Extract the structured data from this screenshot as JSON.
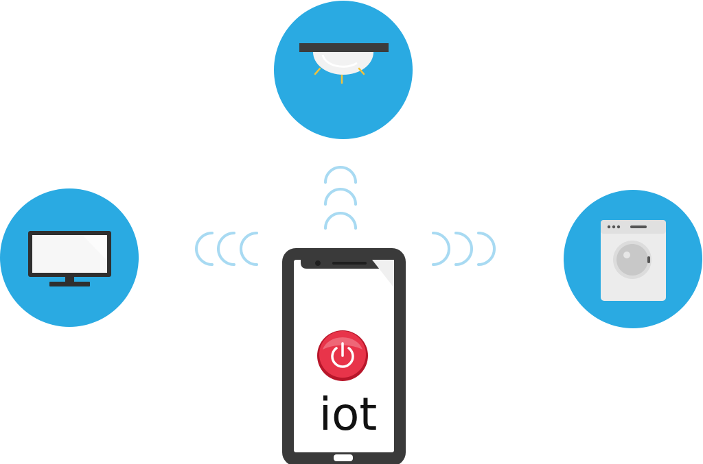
{
  "scene": {
    "app_label": "iot",
    "colors": {
      "device_circle": "#2aaae2",
      "signal_wave": "#a8daf2",
      "phone_frame": "#3a3a3a",
      "phone_screen": "#ffffff",
      "power_button": "#e8344a",
      "lamp_rays": "#f2c23a"
    },
    "devices": [
      {
        "name": "ceiling-lamp",
        "icon": "lamp-icon"
      },
      {
        "name": "monitor",
        "icon": "monitor-icon"
      },
      {
        "name": "washing-machine",
        "icon": "washing-machine-icon"
      }
    ],
    "phone": {
      "icon": "smartphone-icon",
      "button_icon": "power-icon"
    }
  }
}
